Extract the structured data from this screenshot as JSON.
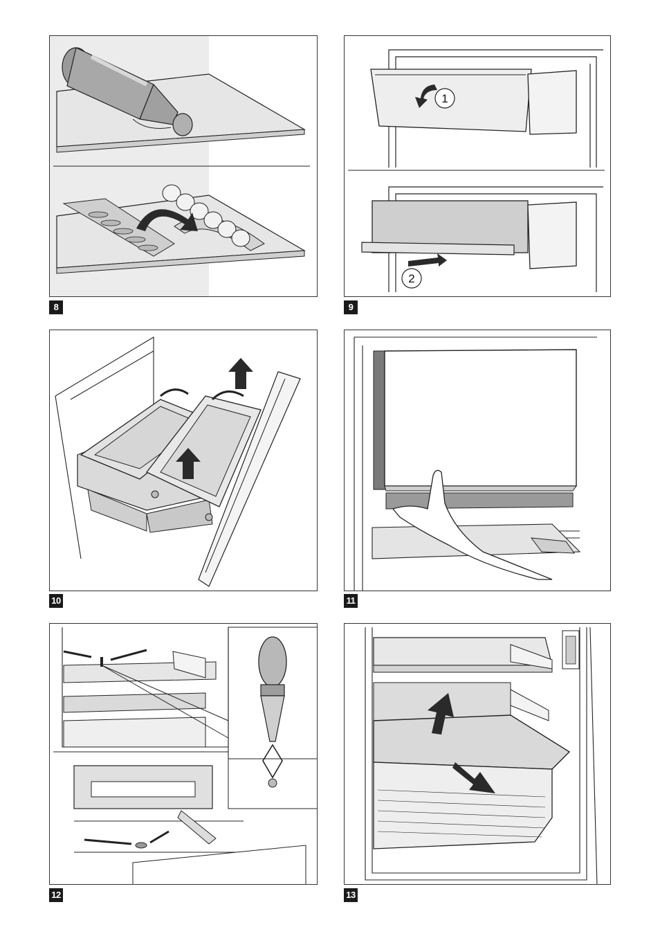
{
  "figures": [
    {
      "label": "8"
    },
    {
      "label": "9",
      "callouts": [
        "1",
        "2"
      ]
    },
    {
      "label": "10"
    },
    {
      "label": "11"
    },
    {
      "label": "12"
    },
    {
      "label": "13"
    }
  ]
}
